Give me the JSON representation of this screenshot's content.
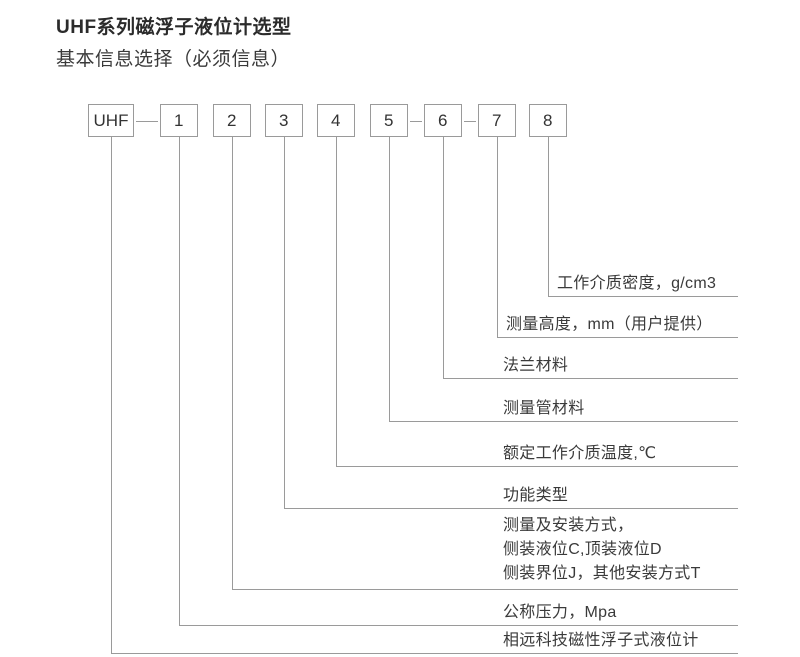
{
  "header": {
    "title": "UHF系列磁浮子液位计选型",
    "subtitle": "基本信息选择（必须信息）"
  },
  "code_string": {
    "prefix": "UHF",
    "segments": [
      "1",
      "2",
      "3",
      "4",
      "5",
      "6",
      "7",
      "8"
    ],
    "separators": [
      "—",
      "–",
      "–"
    ]
  },
  "legend": {
    "items": [
      {
        "code": "8",
        "text": "工作介质密度，g/cm3"
      },
      {
        "code": "7",
        "text": "测量高度，mm（用户提供）"
      },
      {
        "code": "6",
        "text": "法兰材料"
      },
      {
        "code": "5",
        "text": "测量管材料"
      },
      {
        "code": "4",
        "text": "额定工作介质温度,℃"
      },
      {
        "code": "3",
        "text": "功能类型"
      },
      {
        "code": "2",
        "line1": "测量及安装方式，",
        "line2": "侧装液位C,顶装液位D",
        "line3": "侧装界位J，其他安装方式T"
      },
      {
        "code": "1",
        "text": "公称压力，Mpa"
      },
      {
        "code": "UHF",
        "text": "相远科技磁性浮子式液位计"
      }
    ]
  },
  "colors": {
    "line": "#9a9a9a",
    "text": "#3a3a3a",
    "background": "#ffffff"
  }
}
